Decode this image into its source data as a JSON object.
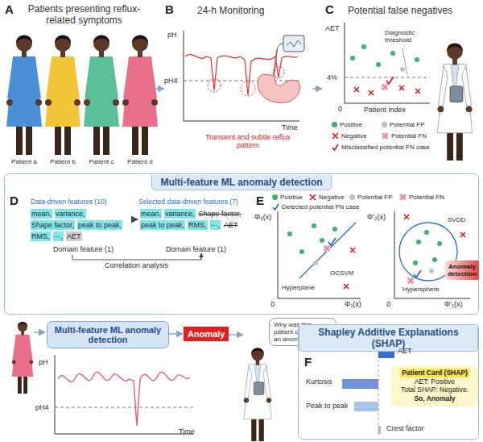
{
  "diagram": {
    "nodes": [
      {
        "text": [
          "Multi-feature ML anomaly detection"
        ]
      },
      {
        "text": [
          "Anomaly detection"
        ],
        "in": 0
      },
      {
        "text": [
          "Multi-feature ML anomaly detection"
        ]
      },
      {
        "text": [
          "Anomaly"
        ]
      },
      {
        "text": [
          "Why was this patient considered an anomaly?"
        ]
      },
      {
        "text": [
          "Shapley Additive Explanations (SHAP)"
        ]
      },
      {
        "text": [
          "Patient Card (SHAP)",
          "AET: Positive",
          "Total SHAP: Negative.",
          "So, Anomaly"
        ],
        "in": 5
      }
    ],
    "edges": [
      {
        "from": 2,
        "to": 3,
        "arrow": "to"
      }
    ],
    "labels": [
      "A",
      "Patients presenting reflux-related symptoms",
      "Patient a",
      "Patient b",
      "Patient c",
      "Patient d",
      "B",
      "24-h Monitoring",
      "pH",
      "pH4",
      "Time",
      "Transient and subtle reflux pattern",
      "C",
      "Potential false negatives",
      "AET",
      "4%",
      "Diagnostic threshold",
      "0",
      "Patient index",
      "D",
      "Data-driven features (10)",
      "mean,",
      "variance,",
      "Shape factor,",
      "peak to peak,",
      "RMS,",
      "···,",
      "AET",
      "Domain feature (1)",
      "Selected data-driven features (7)",
      "mean,",
      "variance,",
      "Shape factor,",
      "peak to peak,",
      "RMS,",
      "···,",
      "AET",
      "Domain feature (1)",
      "Correlation analysis",
      "E",
      "Φ₂(x)",
      "0",
      "Φ₁(x)",
      "Hyperplane",
      "OCSVM",
      "Φ'₂(x)",
      "0",
      "Φ'₁(x)",
      "SVDD",
      "Hypersphere",
      "pH",
      "pH4",
      "Time",
      "F",
      "AET",
      "Kurtosis",
      "Peak to peak",
      "Crest factor"
    ],
    "legend": [
      {
        "text": "Positive",
        "color": "#3cb371"
      },
      {
        "text": "Potential FP",
        "color": "#b9c2cc"
      },
      {
        "text": "Negative"
      },
      {
        "text": "Potential FN"
      },
      {
        "text": "Misclassified potential FN case"
      },
      {
        "text": "Positive",
        "color": "#3cb371"
      },
      {
        "text": "Negative"
      },
      {
        "text": "Potential FP",
        "color": "#b9c2cc"
      },
      {
        "text": "Potential FN"
      },
      {
        "text": "Detected potential FN case"
      }
    ]
  }
}
